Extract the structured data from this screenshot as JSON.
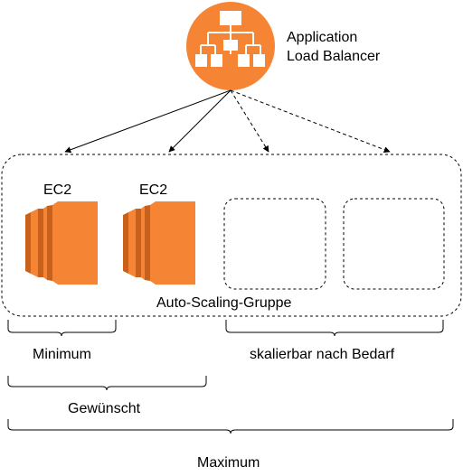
{
  "load_balancer": {
    "label_line1": "Application",
    "label_line2": "Load Balancer",
    "icon": "application-load-balancer-icon"
  },
  "instances": [
    {
      "label": "EC2",
      "icon": "ec2-instance-icon"
    },
    {
      "label": "EC2",
      "icon": "ec2-instance-icon"
    }
  ],
  "group": {
    "label": "Auto-Scaling-Gruppe"
  },
  "braces": {
    "minimum": "Minimum",
    "scalable": "skalierbar nach Bedarf",
    "desired": "Gewünscht",
    "maximum": "Maximum"
  },
  "colors": {
    "aws_orange": "#F58534",
    "orange_dark": "#C7611B",
    "stroke": "#000000"
  }
}
